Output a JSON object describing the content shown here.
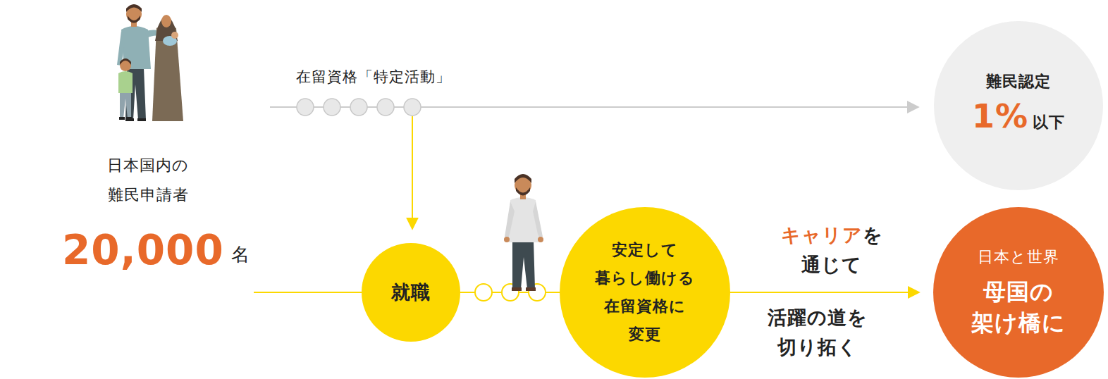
{
  "diagram": {
    "nodes": [
      {
        "text": [
          "難民認定",
          "1%",
          "以下"
        ]
      },
      {
        "text": [
          "就職"
        ]
      },
      {
        "text": [
          "安定して 暮らし働ける 在留資格に 変更"
        ]
      },
      {
        "text": [
          "日本と世界",
          "母国の 架け橋に"
        ]
      }
    ],
    "edges": [
      {
        "from": 1,
        "to": 2,
        "arrow": "none"
      },
      {
        "from": 2,
        "to": 3,
        "arrow": "to",
        "label": "キャリアを 通じて"
      }
    ],
    "labels": [
      "在留資格「特定活動」",
      "日本国内の 難民申請者",
      "20,000",
      "名",
      "活躍の道を 切り拓く"
    ]
  }
}
